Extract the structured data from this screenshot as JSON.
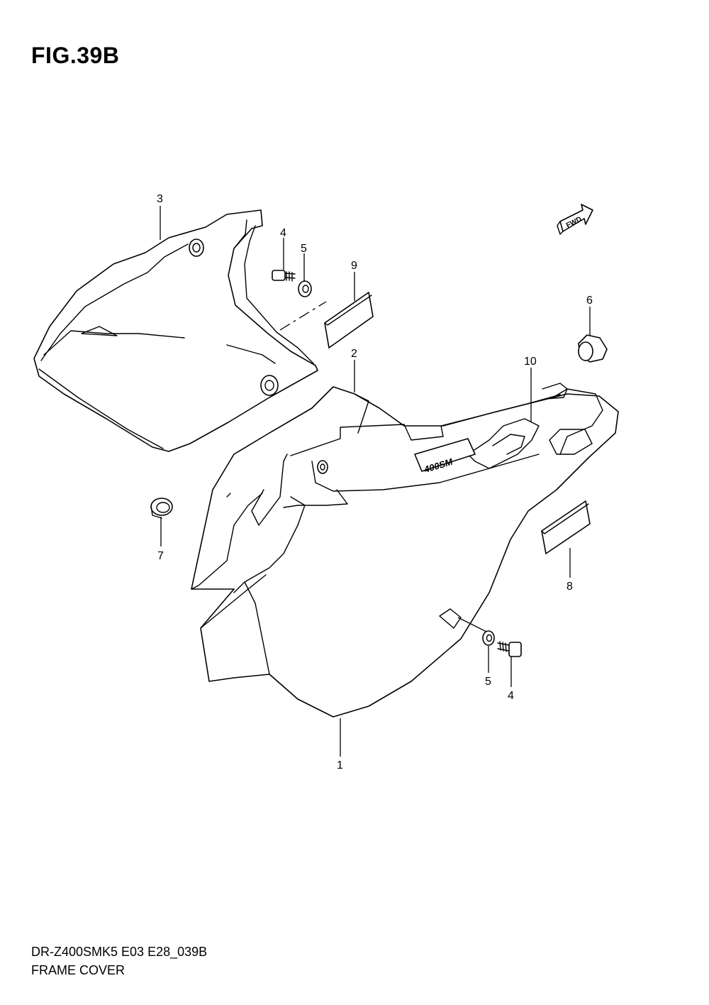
{
  "figure": {
    "title": "FIG.39B",
    "fwd_label": "FWD",
    "emblem_text": "400SM"
  },
  "callouts": [
    {
      "id": "c1",
      "label": "1"
    },
    {
      "id": "c2",
      "label": "2"
    },
    {
      "id": "c3",
      "label": "3"
    },
    {
      "id": "c4a",
      "label": "4"
    },
    {
      "id": "c4b",
      "label": "4"
    },
    {
      "id": "c5a",
      "label": "5"
    },
    {
      "id": "c5b",
      "label": "5"
    },
    {
      "id": "c6",
      "label": "6"
    },
    {
      "id": "c7",
      "label": "7"
    },
    {
      "id": "c8",
      "label": "8"
    },
    {
      "id": "c9",
      "label": "9"
    },
    {
      "id": "c10",
      "label": "10"
    }
  ],
  "footer": {
    "model_code": "DR-Z400SMK5 E03 E28_039B",
    "section_name": "FRAME COVER"
  }
}
